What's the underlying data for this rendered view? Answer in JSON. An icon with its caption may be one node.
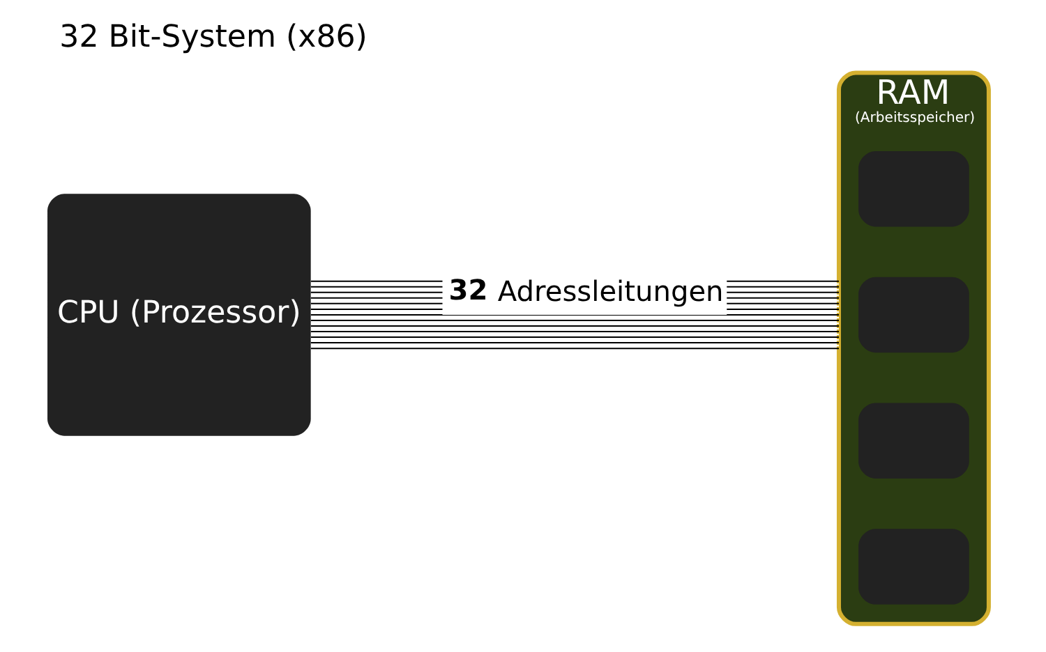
{
  "diagram": {
    "title": "32 Bit-System (x86)",
    "nodes": [
      {
        "text": [
          "CPU (Prozessor)"
        ]
      },
      {
        "text": [
          "RAM",
          "(Arbeitsspeicher)"
        ]
      },
      {
        "text": [],
        "shape": "box",
        "in": 1
      },
      {
        "text": [],
        "shape": "box",
        "in": 1
      },
      {
        "text": [],
        "shape": "box",
        "in": 1
      },
      {
        "text": [],
        "shape": "box",
        "in": 1
      }
    ],
    "edges": [
      {
        "from": 0,
        "to": 1,
        "arrow": "none",
        "label": "**32** Adressleitungen"
      }
    ]
  }
}
